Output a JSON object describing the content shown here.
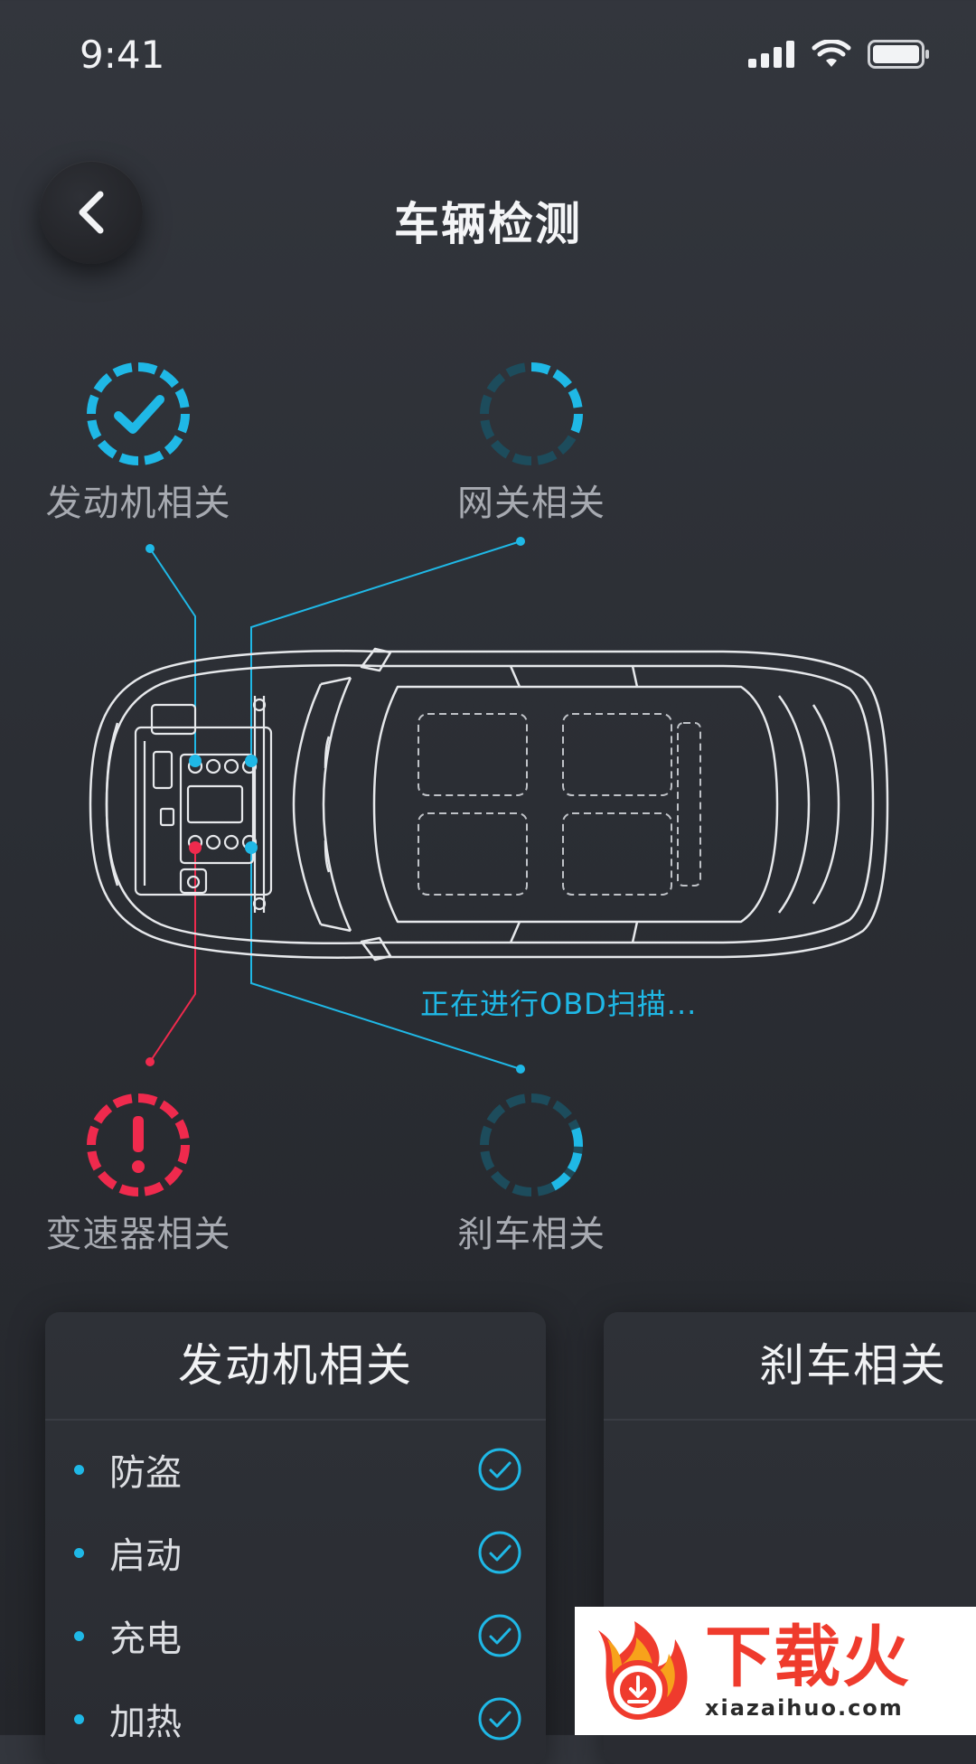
{
  "status_bar": {
    "time": "9:41"
  },
  "header": {
    "title": "车辆检测"
  },
  "categories": [
    {
      "label": "发动机相关",
      "state": "done"
    },
    {
      "label": "网关相关",
      "state": "scanning"
    },
    {
      "label": "变速器相关",
      "state": "error"
    },
    {
      "label": "刹车相关",
      "state": "scanning"
    }
  ],
  "scan_status": "正在进行OBD扫描...",
  "cards": [
    {
      "title": "发动机相关",
      "items": [
        "防盗",
        "启动",
        "充电",
        "加热"
      ]
    },
    {
      "title": "刹车相关",
      "items": []
    }
  ],
  "watermark": {
    "brand": "下载火",
    "url": "xiazaihuo.com"
  },
  "colors": {
    "accent": "#1fb8e6",
    "error": "#ef2a4d",
    "dim_accent": "#1d4c5c"
  }
}
